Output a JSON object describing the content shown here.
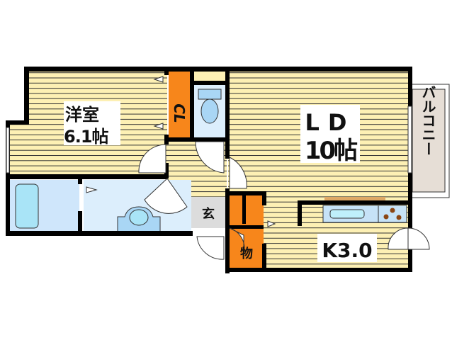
{
  "floorplan": {
    "rooms": {
      "western_room": {
        "name": "洋室",
        "size": "6.1帖"
      },
      "closet": {
        "name": "CL"
      },
      "living_dining": {
        "name": "LD",
        "size": "10帖"
      },
      "kitchen": {
        "name": "K3.0"
      },
      "entrance": {
        "name": "玄"
      },
      "storage": {
        "name": "物"
      },
      "balcony": {
        "name": "バルコニー"
      }
    },
    "colors": {
      "floor": "#fdf0b4",
      "floor_lines": "#1a1a1a",
      "wall": "#000000",
      "closet": "#f7861b",
      "wet_area": "#dceefc",
      "fixture": "#a9e4f7",
      "entrance": "#dcdcdc",
      "balcony": "#e6ded6",
      "counter_top": "#dea866"
    }
  }
}
